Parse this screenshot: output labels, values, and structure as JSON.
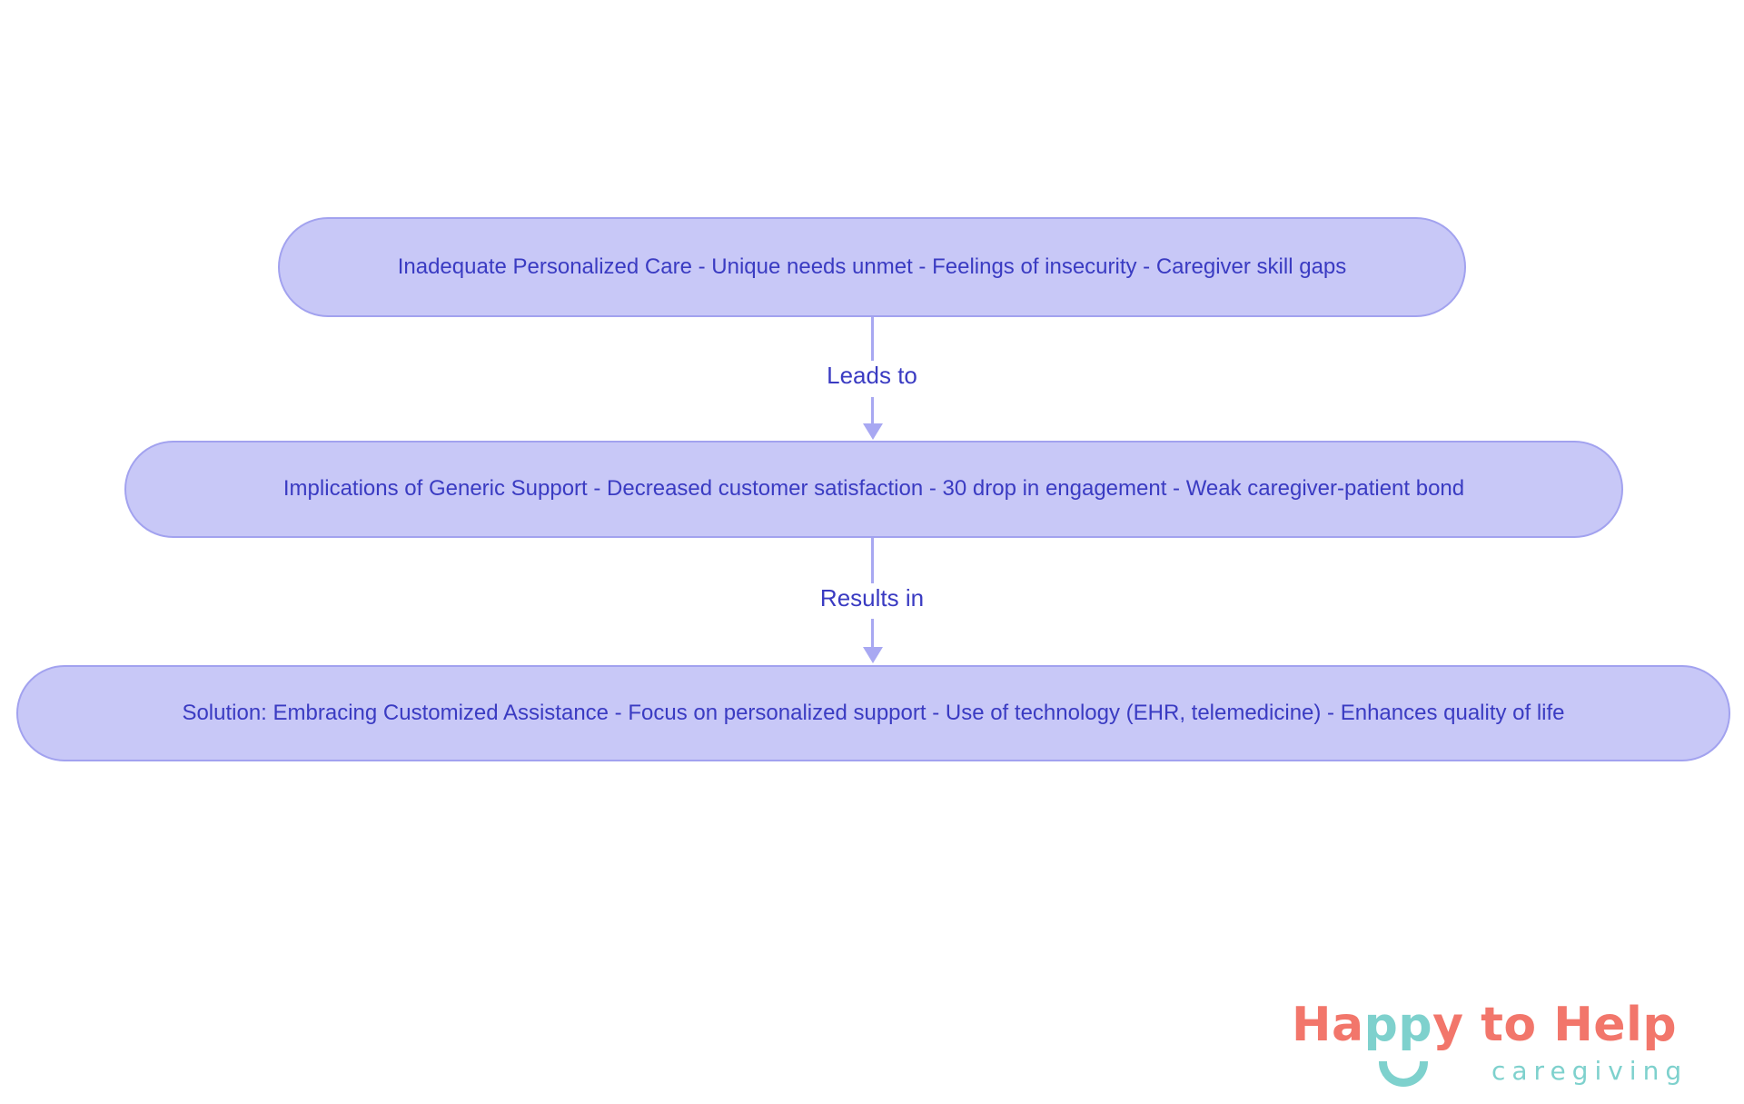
{
  "diagram": {
    "colors": {
      "node_fill": "#c8c8f7",
      "node_border": "#a2a2ef",
      "node_text": "#3a3bc2",
      "arrow": "#a8a8f2",
      "edge_label_text": "#3a3bc2",
      "background": "#ffffff"
    },
    "nodes": [
      {
        "id": "problem",
        "text": "Inadequate Personalized Care - Unique needs unmet - Feelings of insecurity - Caregiver skill gaps"
      },
      {
        "id": "implications",
        "text": "Implications of Generic Support - Decreased customer satisfaction - 30 drop in engagement - Weak caregiver-patient bond"
      },
      {
        "id": "solution",
        "text": "Solution: Embracing Customized Assistance - Focus on personalized support - Use of technology (EHR, telemedicine) - Enhances quality of life"
      }
    ],
    "edges": [
      {
        "from": "problem",
        "to": "implications",
        "label": "Leads to"
      },
      {
        "from": "implications",
        "to": "solution",
        "label": "Results in"
      }
    ]
  },
  "logo": {
    "word_ha": "Ha",
    "word_pp": "pp",
    "word_y": "y",
    "word_to": " to ",
    "word_help": "Help",
    "tagline": "caregiving",
    "colors": {
      "coral": "#f2766b",
      "teal": "#7ed1cd"
    }
  }
}
